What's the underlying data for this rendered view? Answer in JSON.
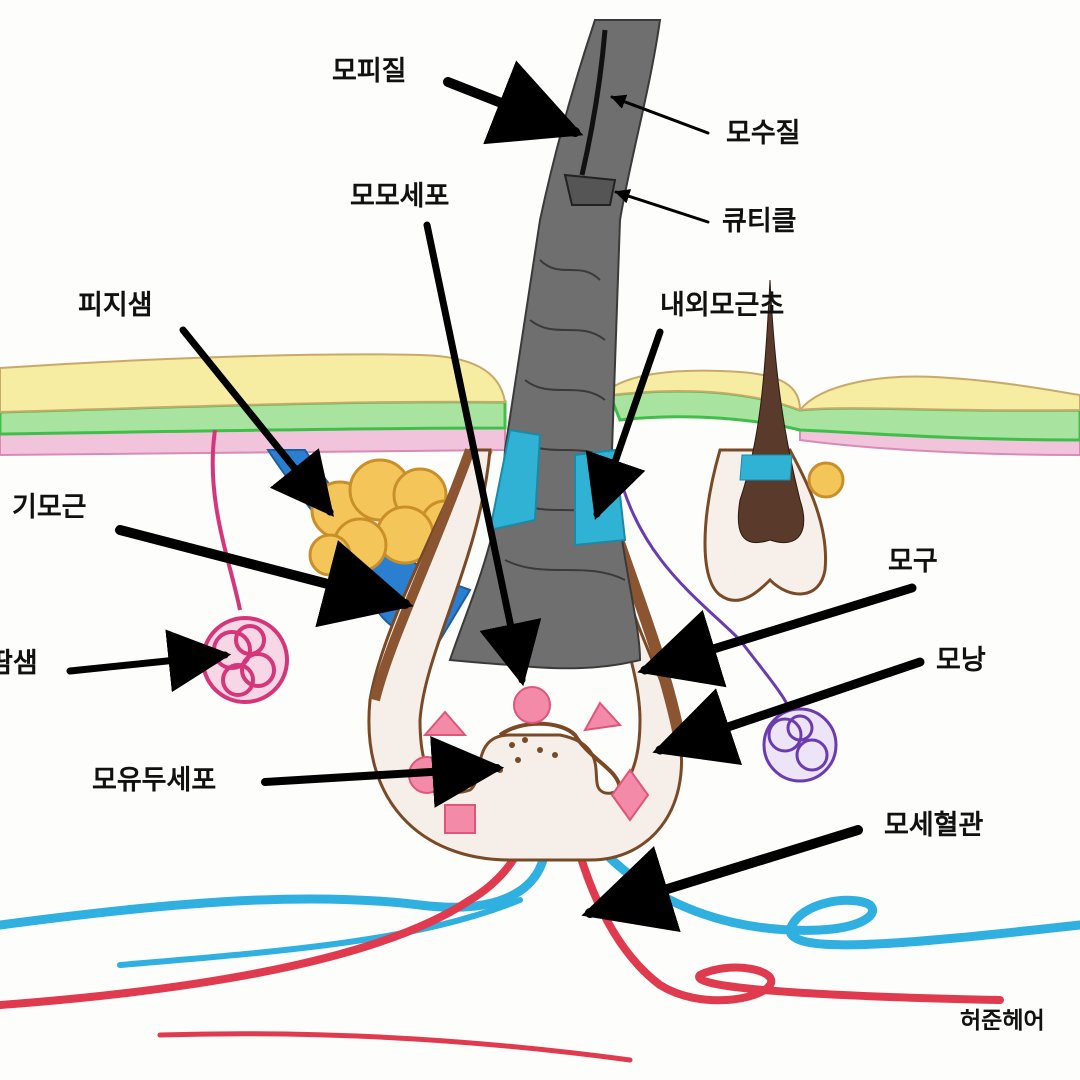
{
  "labels": {
    "cortex": "모피질",
    "medulla": "모수질",
    "cuticle": "큐티클",
    "matrix_cell": "모모세포",
    "sebaceous_gland": "피지샘",
    "root_sheath": "내외모근초",
    "arrector_pili": "기모근",
    "sweat_gland": "땀샘",
    "hair_bulb": "모구",
    "follicle": "모낭",
    "papilla_cell": "모유두세포",
    "capillary": "모세혈관"
  },
  "watermark": "허준헤어",
  "colors": {
    "hair_shaft": "#5a5a5a",
    "epidermis_yellow": "#f3e58a",
    "basal_green": "#3fbf4a",
    "dermis_pink": "#e8a6c8",
    "sheath_cyan": "#2fb2d4",
    "follicle_brown": "#7a4a26",
    "sebaceous_orange": "#f2c255",
    "muscle_blue": "#2a7fd0",
    "sweat_magenta": "#d6357a",
    "vessel_red": "#e03a4e",
    "vessel_blue": "#2fb0e0",
    "nerve_purple": "#6a3cb0",
    "arrow": "#000000"
  }
}
